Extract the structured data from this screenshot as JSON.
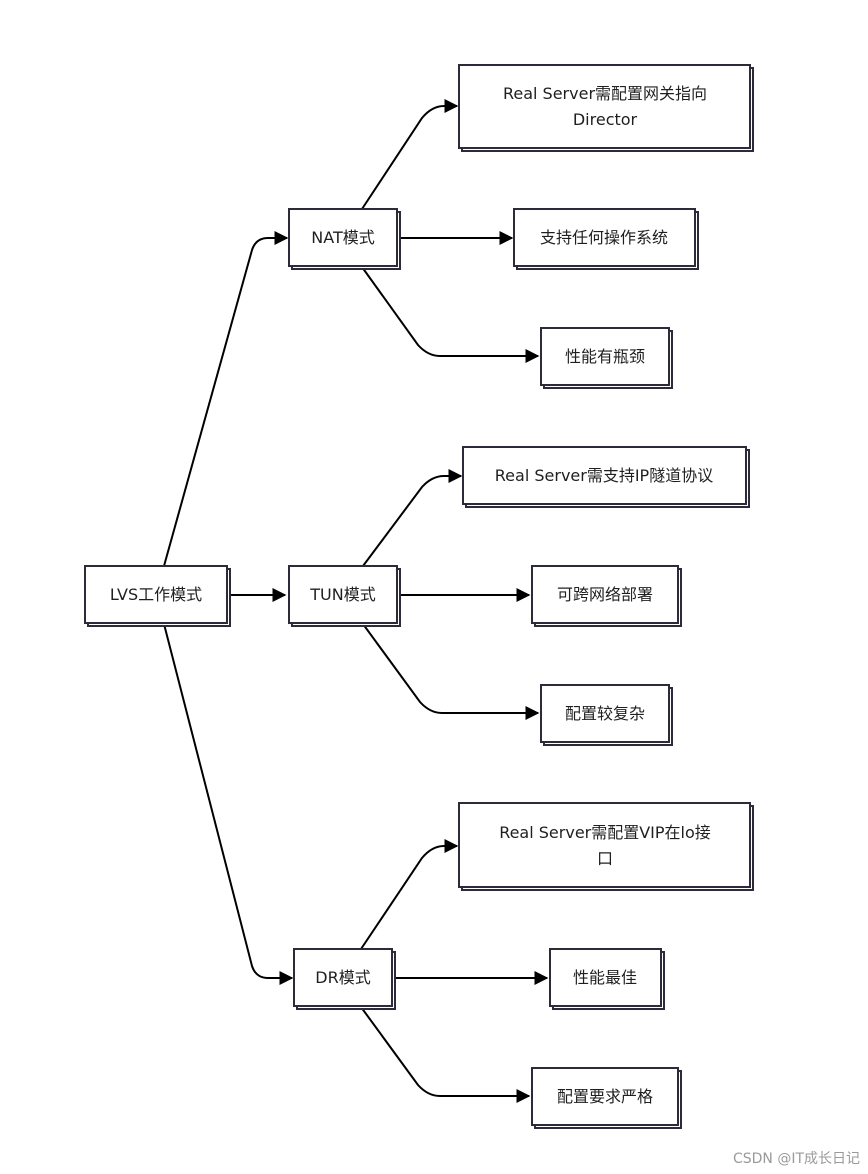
{
  "nodes": {
    "root": "LVS工作模式",
    "nat": "NAT模式",
    "tun": "TUN模式",
    "dr": "DR模式",
    "nat_leaf_1": [
      "Real Server需配置网关指向",
      "Director"
    ],
    "nat_leaf_2": "支持任何操作系统",
    "nat_leaf_3": "性能有瓶颈",
    "tun_leaf_1": "Real Server需支持IP隧道协议",
    "tun_leaf_2": "可跨网络部署",
    "tun_leaf_3": "配置较复杂",
    "dr_leaf_1": [
      "Real Server需配置VIP在lo接",
      "口"
    ],
    "dr_leaf_2": "性能最佳",
    "dr_leaf_3": "配置要求严格"
  },
  "watermark": "CSDN @IT成长日记"
}
